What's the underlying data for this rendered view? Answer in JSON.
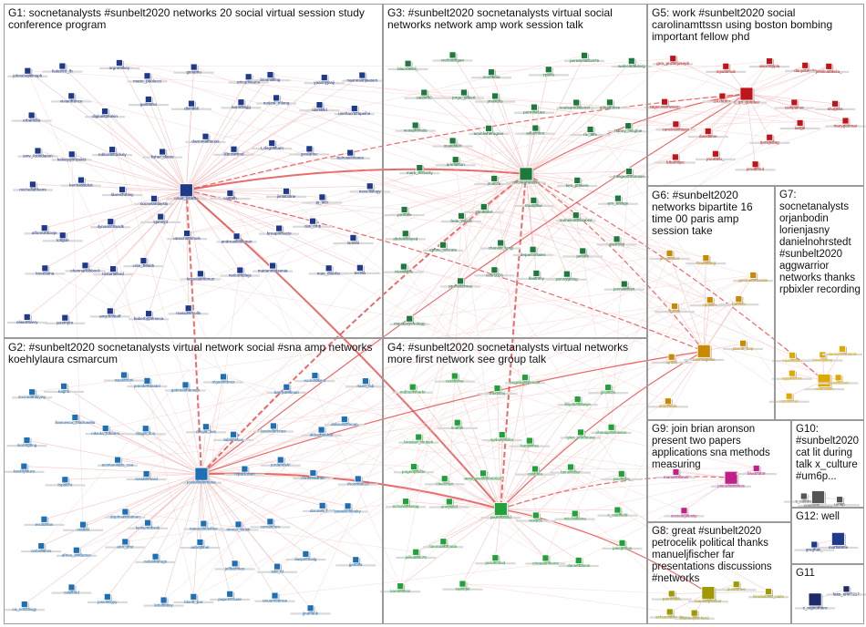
{
  "colors": {
    "edge": "#e23b3b",
    "edge_light": "#f2b8b8",
    "panel_border": "#9a9a9a",
    "G1": "#1f3a8a",
    "G2": "#1f6fb5",
    "G3": "#1e7a3c",
    "G4": "#22a13a",
    "G5": "#c0141b",
    "G6": "#c98a00",
    "G7": "#e0a800",
    "G8": "#a09a00",
    "G9": "#c21f8a",
    "G10": "#555555",
    "G11": "#1f2a6b",
    "G12": "#1f3a8a"
  },
  "groups": [
    {
      "id": "G1",
      "title": "G1: socnetanalysts #sunbelt2020 networks 20 social virtual session study conference program"
    },
    {
      "id": "G3",
      "title": "G3: #sunbelt2020 socnetanalysts virtual social networks network amp work session talk"
    },
    {
      "id": "G5",
      "title": "G5: work #sunbelt2020 social carolinamttssn using boston bombing important fellow phd"
    },
    {
      "id": "G6",
      "title": "G6: #sunbelt2020 networks bipartite 16 time 00 paris amp session take"
    },
    {
      "id": "G7",
      "title": "G7: socnetanalysts orjanbodin lorienjasny danielnohrstedt #sunbelt2020 aggwarrior networks thanks rpbixler recording"
    },
    {
      "id": "G2",
      "title": "G2: #sunbelt2020 socnetanalysts virtual network social #sna amp networks koehlylaura csmarcum"
    },
    {
      "id": "G4",
      "title": "G4: #sunbelt2020 socnetanalysts virtual networks more first network see group talk"
    },
    {
      "id": "G9",
      "title": "G9: join brian aronson present two papers applications sna methods measuring"
    },
    {
      "id": "G10",
      "title": "G10: #sunbelt2020 cat lit during talk x_culture #um6p..."
    },
    {
      "id": "G12",
      "title": "G12: well"
    },
    {
      "id": "G8",
      "title": "G8: great #sunbelt2020 petrocelik political thanks manueljfischer far presentations discussions #networks"
    },
    {
      "id": "G11",
      "title": "G11"
    }
  ],
  "nodes": {
    "G1": [
      "johnshopkinsph",
      "federico_fb",
      "orgmonkey",
      "mario_paolucci",
      "gimamo",
      "ericquintana",
      "bmsnolling",
      "yaannyjanji",
      "naanesanjaasen",
      "erbanolla",
      "vivianfrance",
      "digitalspeakin",
      "gallrasso",
      "dbindeli",
      "karrirbagg",
      "nodesl_mlong",
      "abitskild",
      "unehacrazapeihe",
      "smv_foundation",
      "kalsaygonzalez",
      "robbofishockey",
      "fisher_danie",
      "dannmatheuss",
      "lilbrownmd",
      "t_degultham",
      "gostanoc",
      "bulrosecosses",
      "michellahhemi",
      "kenhassekst",
      "ldarecfunley",
      "socnetanalysts",
      "omar_lizardo",
      "castalh",
      "jimlaciane",
      "pj_incr",
      "moscilology",
      "alforeuracieje",
      "totigue",
      "dynamicsands",
      "spinvy3",
      "ianschoenhols",
      "andreasktisemer",
      "breaporhacio",
      "cas_cmb",
      "isocial",
      "kneesana",
      "chennariobbocli",
      "tristanalsird",
      "crite_health",
      "lecpelsemtmuz",
      "redcomplejs",
      "marianneasonia",
      "mas_doerfer",
      "tecnla",
      "eliseeavery",
      "jeremyrn",
      "amjchristoff",
      "bakerbyperseca",
      "masuleenolls"
    ],
    "G3": [
      "blacrowell_",
      "nichhartigan",
      "momkuta",
      "zpanu",
      "pertebmatl1976",
      "walncludedorg",
      "calesr80",
      "jorga_gilbert",
      "jmaxelio",
      "permiscuus",
      "noelsaredisleming",
      "adoptionss",
      "nessphlmats",
      "ovatelden",
      "aminfisheragner",
      "adlaznoor",
      "ric_aks",
      "hanny_mcghie",
      "mark_mccarty",
      "arlefatson",
      "zcucca",
      "michaaneasss",
      "kim_powers",
      "melgamthomson",
      "yomtale",
      "fede_radee",
      "zamkaref",
      "thanglow",
      "someklndsolabsd",
      "ern_tessge",
      "abdulelsayed",
      "ephsu_accrats",
      "chanlov_long",
      "deparconales",
      "jamole",
      "alexreeji",
      "nivnalstra",
      "profveterrius",
      "cesr1876",
      "lfeldnmy",
      "pennygolog",
      "jennawhisn",
      "mauspsychology"
    ],
    "G5": [
      "grm_proferjoseph",
      "mjadamuk",
      "alexnoppla",
      "danjoswalle",
      "jessicadavila_",
      "sagecosenween",
      "247hums",
      "c_gri_gundee",
      "carlipainer",
      "shugsss",
      "carolinamttssn",
      "davidieoe",
      "rjanlgallag",
      "lange",
      "marygeemar",
      "fdbarrapo",
      "jmorano_",
      "jerediford"
    ],
    "G6": [
      "jeorseseoi",
      "modtdlang",
      "geometemonde",
      "rgrioot",
      "rpbixler",
      "bahlchi",
      "ojnosl",
      "rosimagalas",
      "plame_bsp",
      "ohbrrbolic"
    ],
    "G7": [
      "orjanbodin",
      "lorienjasny",
      "danielnohrstedt",
      "aggwarrior",
      "odbradaa",
      "hanelfuusti",
      "nizzsmcar"
    ],
    "G2": [
      "socnetanalyisy",
      "kagno",
      "squazzoni",
      "jennifertuastel",
      "gabrielahansen",
      "olgasmunoz",
      "barrywellman",
      "econoakem",
      "naeo_lab",
      "mohngtmg",
      "francesca_matrusello",
      "nikeda_lubbers",
      "dtaga_lino",
      "diegia_luis",
      "lafabrasca",
      "lavandercraw",
      "akbarbaabar",
      "dalacauzmcan",
      "koehlylaura",
      "fspaicht",
      "acmianospo_cea",
      "russbernard",
      "jcastillodemesa",
      "mjtackman",
      "jordanoshi",
      "chrisreadhdc",
      "rhortman33",
      "evolumas",
      "nodesl",
      "drjohnasnotmen",
      "kanscnobsoli",
      "nasaconceiffee",
      "mmco_smith",
      "csmarcum",
      "dorotea_hoor",
      "pavelilchinsky",
      "ontholanns",
      "africa_evidence",
      "anh_prst",
      "nobinkarugs",
      "adbojhnet",
      "jeffbermen",
      "sde_id",
      "ilaspocicalg",
      "jjanolla",
      "ca_sociology",
      "calslbud",
      "josioscgyy",
      "lettidleasy",
      "blocb_par",
      "papercrouse",
      "unuamoarras",
      "jjnarlauk"
    ],
    "G4": [
      "mdhuckmarkr",
      "ruskbevw",
      "thebuvoi",
      "engelkjespencer",
      "lloydsalsawye",
      "jlfranchi",
      "brooker_mukoh",
      "linahis",
      "sydneymiller",
      "hanjwirea",
      "tyler_prochnow",
      "chmagnanosson",
      "jurgenpfeffer",
      "chiecmer",
      "amygaresh8049593",
      "mishlea",
      "bennholler",
      "jsschobs",
      "echohahsetag",
      "onnysonl",
      "jakevfordrd",
      "scep35",
      "mitchellaina",
      "c_stadfield",
      "jelikaabe76",
      "tanmaakshatia",
      "jacklecaod",
      "ctreasanlnonz",
      "danietbaoos",
      "jokngobos",
      "karinesess",
      "sqasqal"
    ],
    "G9": [
      "marsaroktewi",
      "pseudoarsimis",
      "blwaza09",
      "sociolegitestip"
    ],
    "G10": [
      "x_culture",
      "conthomaceum",
      "um6p"
    ],
    "G8": [
      "petrocelik",
      "manueljfischer",
      "polsarnes",
      "brodisheal_nails",
      "schusesbar_kc",
      "manueljfischer2"
    ],
    "G12": [
      "greghall_",
      "martialane"
    ],
    "G11": [
      "c_nignorhero",
      "lass_umr7217"
    ]
  }
}
